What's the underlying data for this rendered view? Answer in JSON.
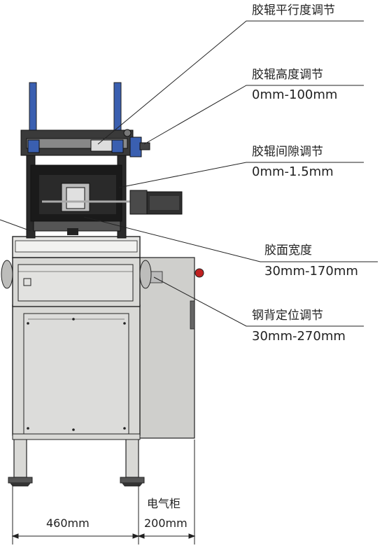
{
  "callouts": [
    {
      "title": "胶辊平行度调节",
      "value": ""
    },
    {
      "title": "胶辊高度调节",
      "value": "0mm-100mm"
    },
    {
      "title": "胶辊间隙调节",
      "value": "0mm-1.5mm"
    },
    {
      "title": "胶面宽度",
      "value": "30mm-170mm"
    },
    {
      "title": "钢背定位调节",
      "value": "30mm-270mm"
    }
  ],
  "dimensions": {
    "machine_width": "460mm",
    "cabinet_label": "电气柜",
    "cabinet_width": "200mm"
  },
  "colors": {
    "frame": "#1a1a1a",
    "column_blue": "#3a5fb0",
    "panel_grey": "#d9d9d6",
    "cabinet_grey": "#cfcfcc",
    "line": "#222222"
  }
}
